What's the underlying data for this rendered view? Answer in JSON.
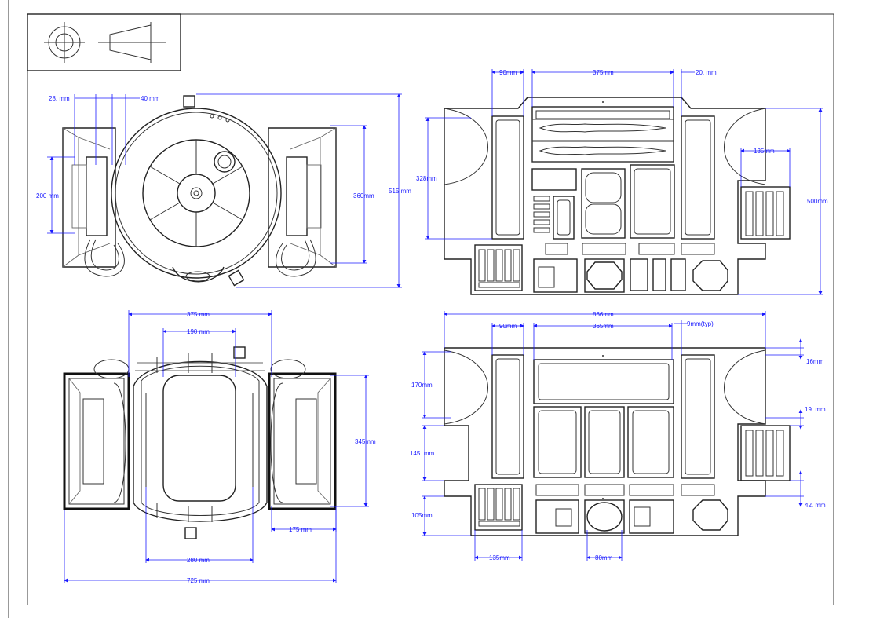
{
  "title_block": {
    "symbol": "third-angle-projection-symbol"
  },
  "views": {
    "top_view": {
      "dims": {
        "d28": "28. mm",
        "d40": "40 mm",
        "d200": "200 mm",
        "d360": "360mm",
        "d515": "515 mm"
      }
    },
    "front_view": {
      "dims": {
        "d375": "375 mm",
        "d190": "190 mm",
        "d345": "345mm",
        "d175": "175 mm",
        "d280": "280 mm",
        "d725": "725 mm"
      }
    },
    "panel_top": {
      "dims": {
        "d90": "90mm",
        "d375": "375mm",
        "d20": "20. mm",
        "d135": "135mm",
        "d328": "328mm",
        "d500": "500mm"
      }
    },
    "panel_bottom": {
      "dims": {
        "d866": "866mm",
        "d90": "90mm",
        "d365": "365mm",
        "d9": "9mm(typ)",
        "d16": "16mm",
        "d170": "170mm",
        "d19": "19. mm",
        "d145": "145. mm",
        "d42": "42. mm",
        "d105": "105mm",
        "d135": "135mm",
        "d80": "80mm"
      }
    }
  }
}
